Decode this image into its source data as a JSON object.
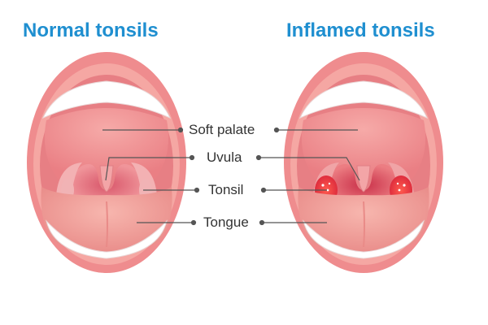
{
  "titles": {
    "normal": "Normal tonsils",
    "inflamed": "Inflamed tonsils"
  },
  "labels": [
    {
      "id": "soft-palate",
      "text": "Soft palate"
    },
    {
      "id": "uvula",
      "text": "Uvula"
    },
    {
      "id": "tonsil",
      "text": "Tonsil"
    },
    {
      "id": "tongue",
      "text": "Tongue"
    }
  ],
  "colors": {
    "title": "#1f8fd0",
    "lip": "#f08e8e",
    "lip_inner": "#f5a5a2",
    "throat": "#e9808a",
    "throat_inflamed": "#e65b62",
    "tongue": "#f2a6a0",
    "teeth": "#ffffff",
    "tonsil_normal": "#f1b3b5",
    "tonsil_inflamed": "#e63a3a",
    "leader_line": "#555555"
  }
}
